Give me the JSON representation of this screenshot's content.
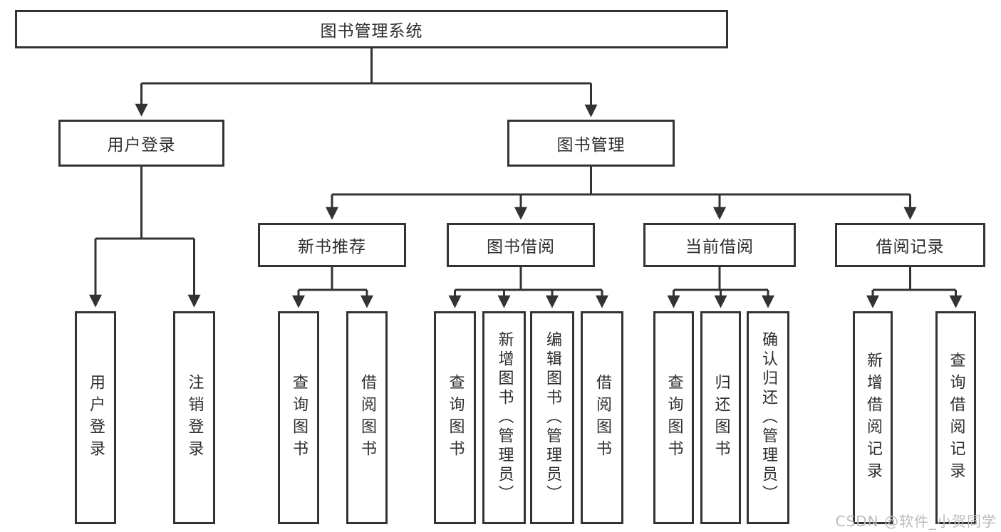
{
  "diagram_title": "图书管理系统",
  "watermark": "CSDN @软件_小贺同学",
  "colors": {
    "line": "#333333",
    "border": "#333333",
    "text": "#2d2d2d",
    "background": "#ffffff",
    "watermark": "#bcbcbe"
  },
  "nodes": {
    "root": {
      "label": "图书管理系统"
    },
    "level2": [
      {
        "label": "用户登录"
      },
      {
        "label": "图书管理"
      }
    ],
    "level3": [
      {
        "parent": "图书管理",
        "label": "新书推荐"
      },
      {
        "parent": "图书管理",
        "label": "图书借阅"
      },
      {
        "parent": "图书管理",
        "label": "当前借阅"
      },
      {
        "parent": "图书管理",
        "label": "借阅记录"
      }
    ],
    "leaves": [
      {
        "parent": "用户登录",
        "label": "用户登录"
      },
      {
        "parent": "用户登录",
        "label": "注销登录"
      },
      {
        "parent": "新书推荐",
        "label": "查询图书"
      },
      {
        "parent": "新书推荐",
        "label": "借阅图书"
      },
      {
        "parent": "图书借阅",
        "label": "查询图书"
      },
      {
        "parent": "图书借阅",
        "label": "新增图书（管理员）"
      },
      {
        "parent": "图书借阅",
        "label": "编辑图书（管理员）"
      },
      {
        "parent": "图书借阅",
        "label": "借阅图书"
      },
      {
        "parent": "当前借阅",
        "label": "查询图书"
      },
      {
        "parent": "当前借阅",
        "label": "归还图书"
      },
      {
        "parent": "当前借阅",
        "label": "确认归还（管理员）"
      },
      {
        "parent": "借阅记录",
        "label": "新增借阅记录"
      },
      {
        "parent": "借阅记录",
        "label": "查询借阅记录"
      }
    ]
  }
}
